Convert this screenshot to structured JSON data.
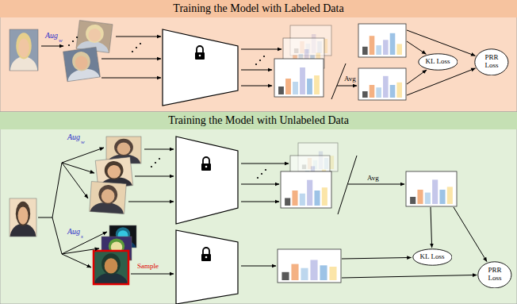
{
  "diagram": {
    "nodes": [
      {
        "text": [
          "Training the Model with Labeled Data"
        ]
      },
      {
        "text": [
          "KL Loss"
        ],
        "in": 0
      },
      {
        "text": [
          "PRR Loss"
        ],
        "in": 0
      },
      {
        "text": [
          "Training the Model with Unlabeled Data"
        ]
      },
      {
        "text": [
          "KL Loss"
        ],
        "in": 3
      },
      {
        "text": [
          "PRR Loss"
        ],
        "in": 3
      }
    ],
    "labels": [
      "Aug",
      "w",
      "Avg",
      "Aug",
      "w",
      "Aug",
      "s",
      "Avg",
      "Sample"
    ]
  }
}
